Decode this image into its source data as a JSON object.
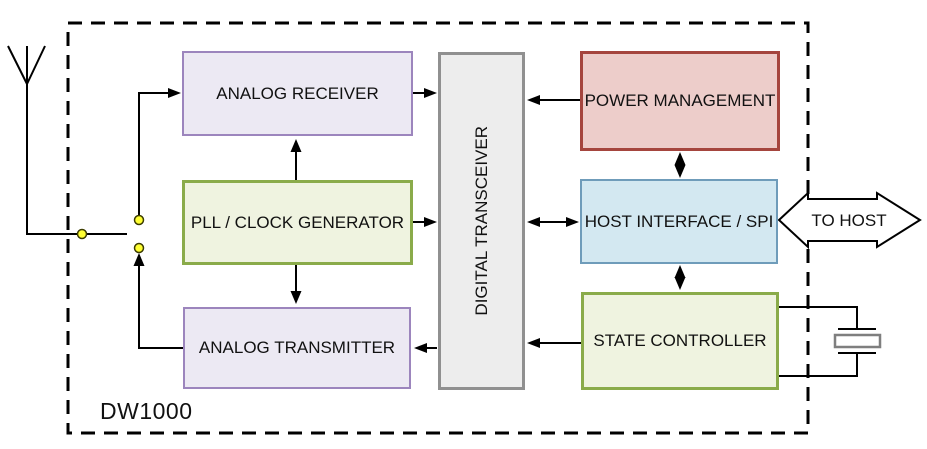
{
  "diagram": {
    "chip_label": "DW1000",
    "to_host_label": "TO HOST",
    "blocks": {
      "analog_receiver": {
        "label": "ANALOG RECEIVER",
        "fill": "#ece9f3",
        "border": "#9c85bd"
      },
      "pll_clock_generator": {
        "label": "PLL / CLOCK GENERATOR",
        "fill": "#eff3e0",
        "border": "#8aab4a"
      },
      "analog_transmitter": {
        "label": "ANALOG TRANSMITTER",
        "fill": "#ece9f3",
        "border": "#9c85bd"
      },
      "digital_transceiver": {
        "label": "DIGITAL TRANSCEIVER",
        "fill": "#ededed",
        "border": "#909090"
      },
      "power_management": {
        "label": "POWER MANAGEMENT",
        "fill": "#edcdca",
        "border": "#a5453e"
      },
      "host_interface_spi": {
        "label": "HOST INTERFACE / SPI",
        "fill": "#d3e8f1",
        "border": "#6f9cba"
      },
      "state_controller": {
        "label": "STATE CONTROLLER",
        "fill": "#eff3e0",
        "border": "#8aab4a"
      }
    },
    "symbols": {
      "antenna": "antenna-icon",
      "rf_switch": "rf-switch-icon",
      "crystal": "crystal-oscillator-icon",
      "to_host_arrow": "to-host-double-arrow-icon"
    },
    "colors": {
      "wire": "#000000",
      "switch_node": "#ffff33",
      "boundary_dash": "#000000"
    }
  }
}
